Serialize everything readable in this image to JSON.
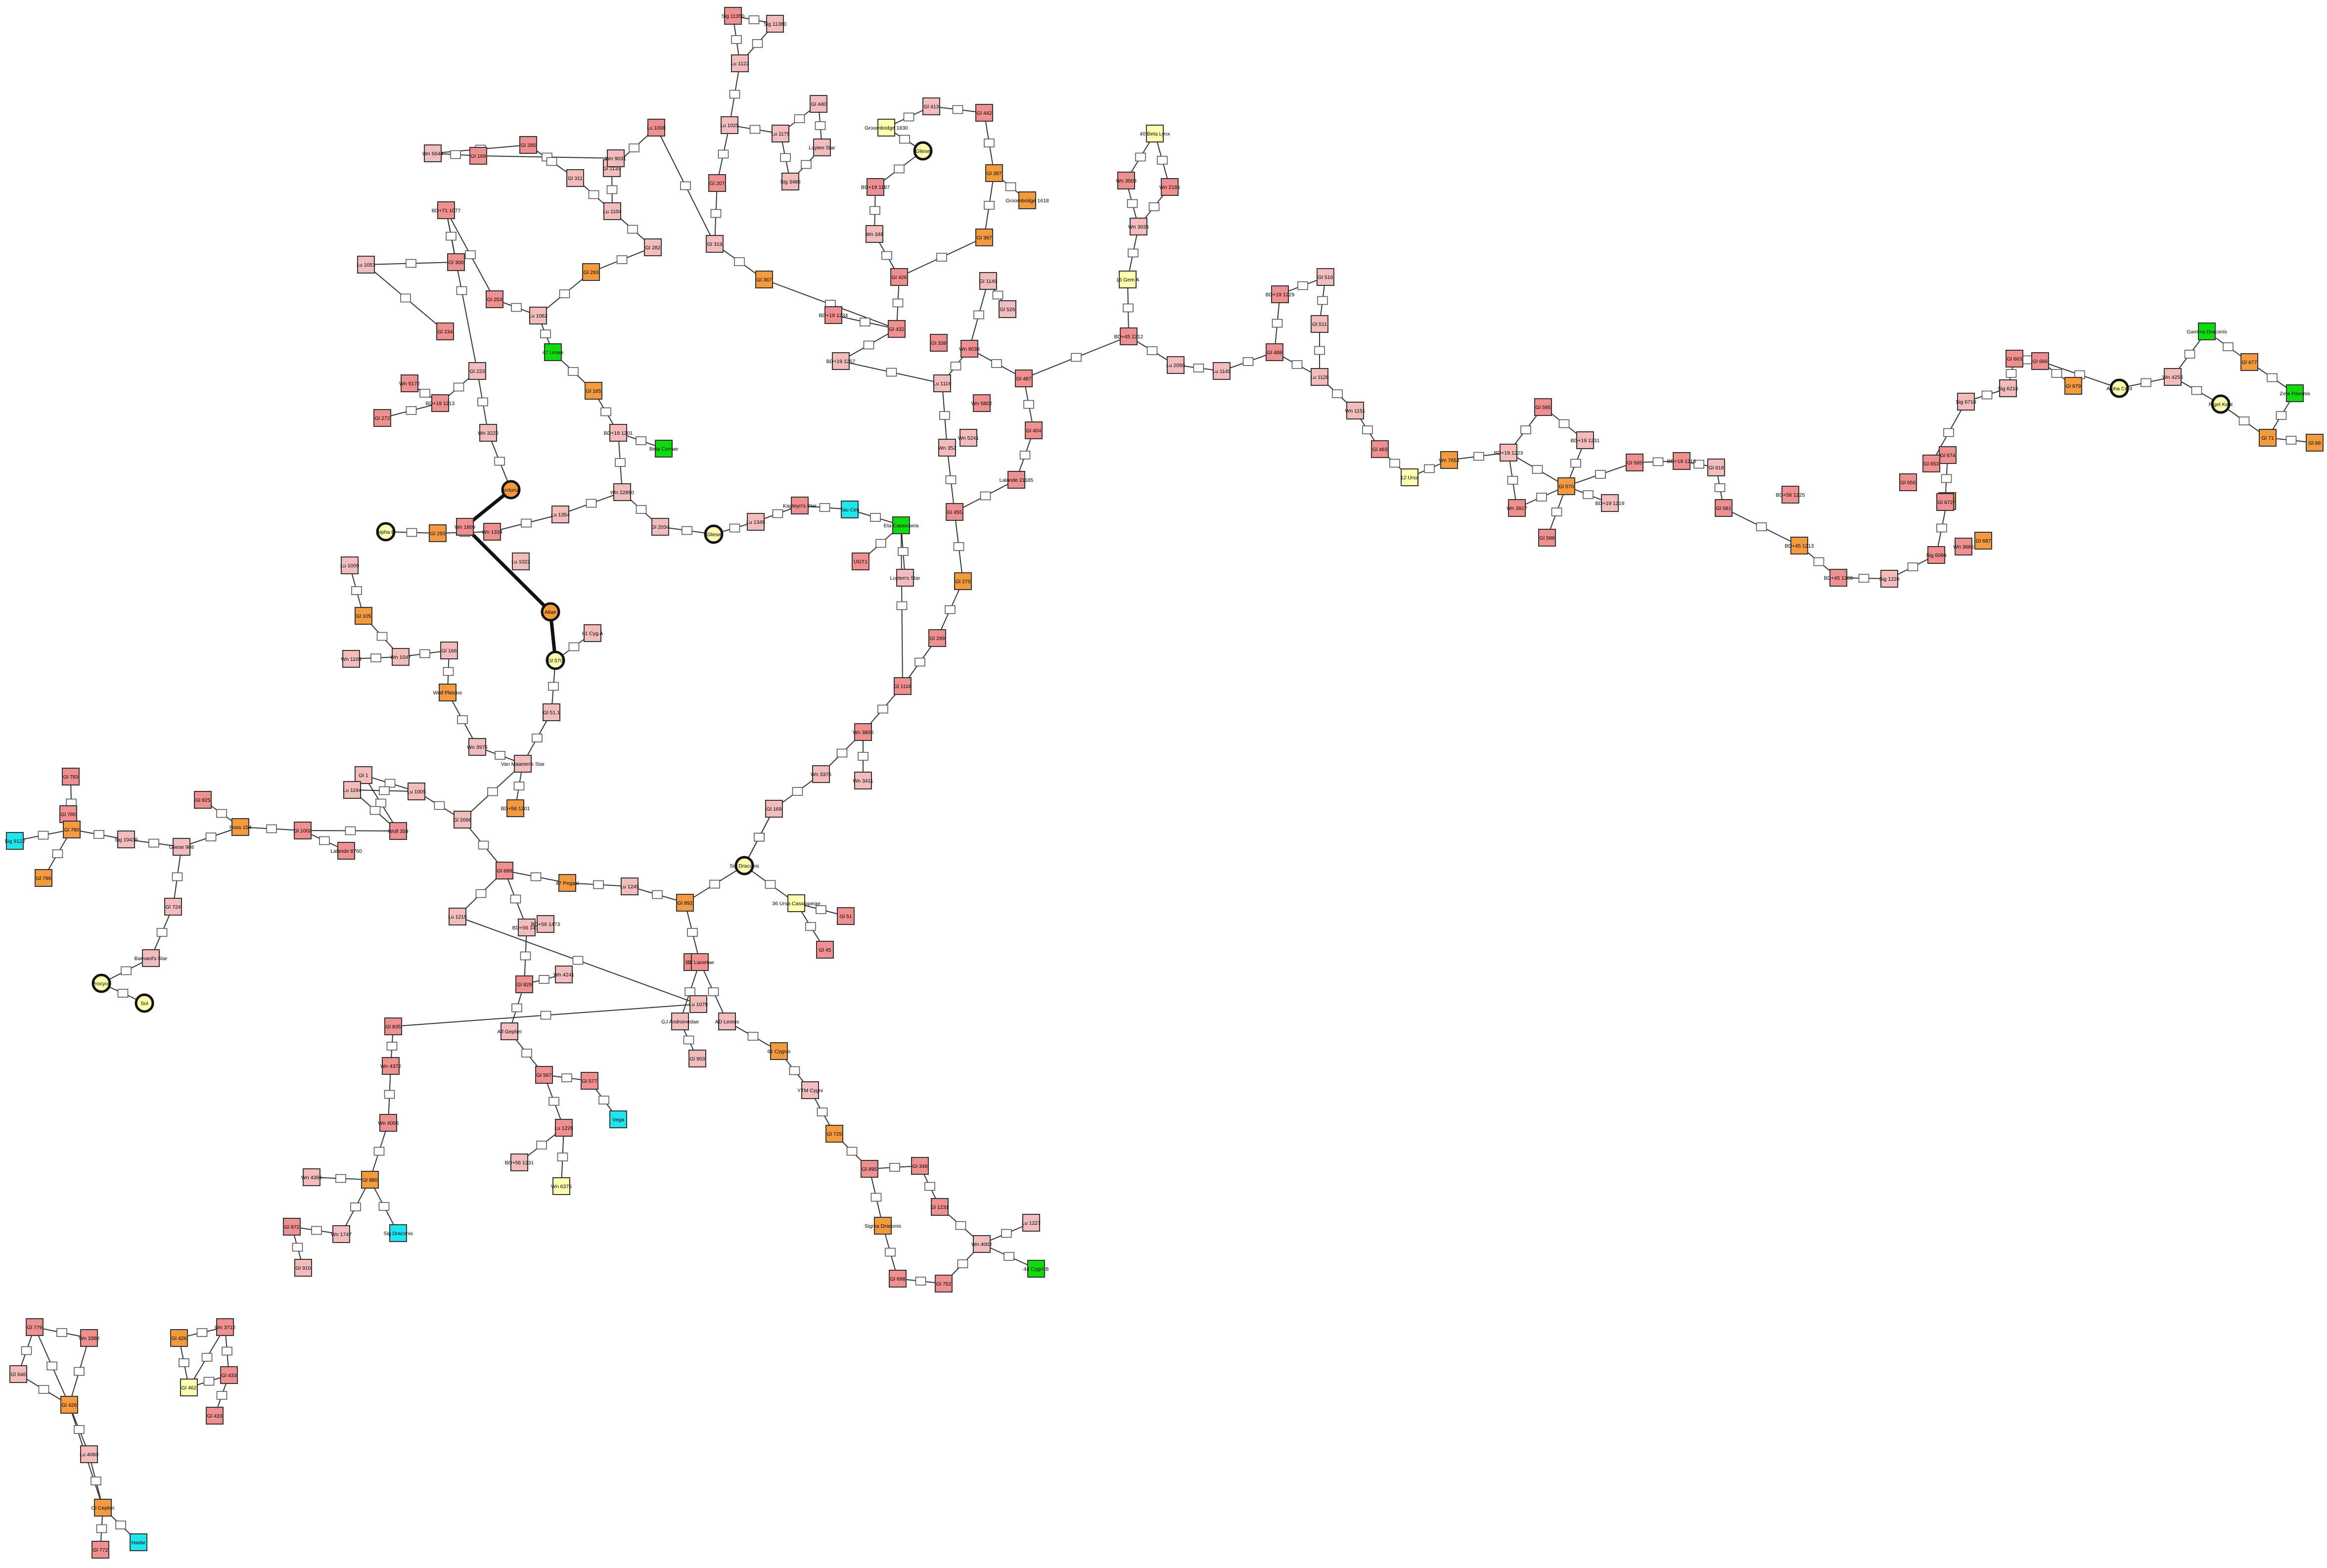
{
  "colors": {
    "pink": "#f3bcbc",
    "red": "#ef8f8f",
    "orange": "#f39a3e",
    "yellow": "#ffffb0",
    "green": "#0edc0e",
    "cyan": "#1ee6ee",
    "jump": "#ffffff",
    "edge": "#333333"
  },
  "jump_label": "",
  "nodes": [
    {
      "id": "a1",
      "label": "Sig 11350",
      "c": "red"
    },
    {
      "id": "a2",
      "label": "Sig 11380",
      "c": "pink"
    },
    {
      "id": "a3",
      "label": "Lu 1122",
      "c": "pink"
    },
    {
      "id": "a4",
      "label": "Lu 1025",
      "c": "pink"
    },
    {
      "id": "a5",
      "label": "Lu 1175",
      "c": "pink"
    },
    {
      "id": "a6",
      "label": "Gl 440",
      "c": "pink"
    },
    {
      "id": "a7",
      "label": "Luyten Star",
      "c": "pink"
    },
    {
      "id": "a8",
      "label": "Sig 3486",
      "c": "pink"
    },
    {
      "id": "a9",
      "label": "Gl 207",
      "c": "red"
    },
    {
      "id": "a10",
      "label": "Gl 319",
      "c": "pink"
    },
    {
      "id": "a11",
      "label": "Gl 367",
      "c": "orange"
    },
    {
      "id": "a12",
      "label": "Gl 432",
      "c": "red"
    },
    {
      "id": "a13",
      "label": "BD+19 1234",
      "c": "red"
    },
    {
      "id": "a14",
      "label": "Gl 426",
      "c": "red"
    },
    {
      "id": "a15",
      "label": "Wn 348",
      "c": "pink"
    },
    {
      "id": "a16",
      "label": "BD+19 1187",
      "c": "red"
    },
    {
      "id": "a17",
      "label": "Gl 413",
      "c": "pink"
    },
    {
      "id": "a18",
      "label": "Gl 442",
      "c": "red"
    },
    {
      "id": "a19",
      "label": "Gl 397",
      "c": "orange"
    },
    {
      "id": "a20",
      "label": "BD+19 1257",
      "c": "pink"
    },
    {
      "id": "a21",
      "label": "Lu 1116",
      "c": "pink"
    },
    {
      "id": "a22",
      "label": "Wn 9038",
      "c": "red"
    },
    {
      "id": "a23",
      "label": "Wn 352",
      "c": "pink"
    },
    {
      "id": "a24",
      "label": "Lalande 21185",
      "c": "red"
    },
    {
      "id": "a25",
      "label": "Gl 455",
      "c": "red"
    },
    {
      "id": "a26",
      "label": "Gl 404",
      "c": "red"
    },
    {
      "id": "a27",
      "label": "Gl 487",
      "c": "red"
    },
    {
      "id": "y1",
      "label": "Groombridge 1830",
      "c": "yellow"
    },
    {
      "id": "o1",
      "label": "Groombridge 1618",
      "c": "orange"
    },
    {
      "id": "o2",
      "label": "Gl 397",
      "c": "orange"
    },
    {
      "id": "c1",
      "label": "Gliese",
      "c": "yellow",
      "shape": "circle"
    },
    {
      "id": "a28",
      "label": "Lu 1008",
      "c": "red"
    },
    {
      "id": "a29",
      "label": "Gl 1133",
      "c": "pink"
    },
    {
      "id": "a30",
      "label": "Lu 1104",
      "c": "pink"
    },
    {
      "id": "a31",
      "label": "Wn 9031",
      "c": "pink"
    },
    {
      "id": "a32",
      "label": "Gl 282",
      "c": "pink"
    },
    {
      "id": "a33",
      "label": "Gl 169",
      "c": "red"
    },
    {
      "id": "a34",
      "label": "Wn 5644",
      "c": "pink"
    },
    {
      "id": "a35",
      "label": "Gl 285",
      "c": "red"
    },
    {
      "id": "a36",
      "label": "Gl 311",
      "c": "pink"
    },
    {
      "id": "a37",
      "label": "Gl 293",
      "c": "orange"
    },
    {
      "id": "a38",
      "label": "Lu 1062",
      "c": "pink"
    },
    {
      "id": "a39",
      "label": "Gl 253",
      "c": "red"
    },
    {
      "id": "a40",
      "label": "Gl 300",
      "c": "red"
    },
    {
      "id": "a41",
      "label": "Gl 234",
      "c": "red"
    },
    {
      "id": "a42",
      "label": "BD+71 1077",
      "c": "red"
    },
    {
      "id": "a43",
      "label": "Lu 1051",
      "c": "pink"
    },
    {
      "id": "a44",
      "label": "Gl 223",
      "c": "pink"
    },
    {
      "id": "a45",
      "label": "Wn 5172",
      "c": "red"
    },
    {
      "id": "a46",
      "label": "BD+19 1213",
      "c": "red"
    },
    {
      "id": "a47",
      "label": "Gl 272",
      "c": "red"
    },
    {
      "id": "a48",
      "label": "Wn 3222",
      "c": "pink"
    },
    {
      "id": "g1",
      "label": "47 Ursae",
      "c": "green"
    },
    {
      "id": "o3",
      "label": "Gl 165",
      "c": "orange"
    },
    {
      "id": "a49",
      "label": "BD+19 1201",
      "c": "pink"
    },
    {
      "id": "g2",
      "label": "Beta Comae",
      "c": "green"
    },
    {
      "id": "a50",
      "label": "Wn 22890",
      "c": "pink"
    },
    {
      "id": "a51",
      "label": "Lu 1354",
      "c": "pink"
    },
    {
      "id": "c2",
      "label": "Arcturus",
      "c": "orange",
      "shape": "circle"
    },
    {
      "id": "c3",
      "label": "Alpha B",
      "c": "yellow",
      "shape": "circle"
    },
    {
      "id": "o4",
      "label": "Gl 293",
      "c": "orange"
    },
    {
      "id": "a52",
      "label": "Wn 1333",
      "c": "red"
    },
    {
      "id": "a53",
      "label": "Lu 1022",
      "c": "pink"
    },
    {
      "id": "a54",
      "label": "Gl 2034",
      "c": "pink"
    },
    {
      "id": "c4",
      "label": "Gliese",
      "c": "yellow",
      "shape": "circle"
    },
    {
      "id": "a55",
      "label": "Lu 1345",
      "c": "pink"
    },
    {
      "id": "a56",
      "label": "Kapteyn's Star",
      "c": "red"
    },
    {
      "id": "cy1",
      "label": "Tau Ceti",
      "c": "cyan"
    },
    {
      "id": "g3",
      "label": "Eta Cassiopeia",
      "c": "green"
    },
    {
      "id": "a57",
      "label": "UGT1",
      "c": "red"
    },
    {
      "id": "a58",
      "label": "Luyten's Star",
      "c": "pink"
    },
    {
      "id": "a59",
      "label": "Lu 1009",
      "c": "pink"
    },
    {
      "id": "a60",
      "label": "Wn 1809",
      "c": "red"
    },
    {
      "id": "o5",
      "label": "Gl 105",
      "c": "orange"
    },
    {
      "id": "a61",
      "label": "Wn 1105",
      "c": "pink"
    },
    {
      "id": "a62",
      "label": "Wn 1047",
      "c": "pink"
    },
    {
      "id": "a63",
      "label": "Gl 166",
      "c": "pink"
    },
    {
      "id": "o6",
      "label": "Wolf Pleione",
      "c": "orange"
    },
    {
      "id": "c5",
      "label": "Altair",
      "c": "orange",
      "shape": "circle"
    },
    {
      "id": "a64",
      "label": "61 Cyg A",
      "c": "pink"
    },
    {
      "id": "c6",
      "label": "Gl 570",
      "c": "yellow",
      "shape": "circle"
    },
    {
      "id": "a65",
      "label": "Gl 51.1",
      "c": "pink"
    },
    {
      "id": "a66",
      "label": "Wn 3976",
      "c": "pink"
    },
    {
      "id": "a67",
      "label": "Van Maanen's Star",
      "c": "pink"
    },
    {
      "id": "o7",
      "label": "BD+56 1201",
      "c": "orange"
    },
    {
      "id": "a68",
      "label": "Gl 2066",
      "c": "pink"
    },
    {
      "id": "a69",
      "label": "Lu 1005",
      "c": "pink"
    },
    {
      "id": "a70",
      "label": "Gl 1",
      "c": "pink"
    },
    {
      "id": "a71",
      "label": "Lu 1194",
      "c": "pink"
    },
    {
      "id": "a72",
      "label": "Wolf 359",
      "c": "red"
    },
    {
      "id": "a73",
      "label": "Gl 1002",
      "c": "red"
    },
    {
      "id": "a74",
      "label": "Lalande 8760",
      "c": "red"
    },
    {
      "id": "o8",
      "label": "Ross 154",
      "c": "orange"
    },
    {
      "id": "a75",
      "label": "Gl 825",
      "c": "red"
    },
    {
      "id": "a76",
      "label": "Gliese 908",
      "c": "pink"
    },
    {
      "id": "a77",
      "label": "Sig 10438",
      "c": "pink"
    },
    {
      "id": "a78",
      "label": "Gl 783",
      "c": "red"
    },
    {
      "id": "a79",
      "label": "Gl 785",
      "c": "red"
    },
    {
      "id": "o9",
      "label": "Gl 780",
      "c": "orange"
    },
    {
      "id": "cy2",
      "label": "Sig 9122",
      "c": "cyan"
    },
    {
      "id": "o10",
      "label": "Gl 796",
      "c": "orange"
    },
    {
      "id": "a80",
      "label": "Gl 724",
      "c": "pink"
    },
    {
      "id": "a81",
      "label": "Barnard's Star",
      "c": "pink"
    },
    {
      "id": "c7",
      "label": "Procyon",
      "c": "yellow",
      "shape": "circle"
    },
    {
      "id": "c8",
      "label": "Sol",
      "c": "yellow",
      "shape": "circle"
    },
    {
      "id": "a82",
      "label": "Gl 699",
      "c": "red"
    },
    {
      "id": "o11",
      "label": "47 Pegasi",
      "c": "orange"
    },
    {
      "id": "a83",
      "label": "Lu 1245",
      "c": "pink"
    },
    {
      "id": "o12",
      "label": "Gl 892",
      "c": "orange"
    },
    {
      "id": "c9",
      "label": "Sig Draconis",
      "c": "yellow",
      "shape": "circle"
    },
    {
      "id": "y2",
      "label": "36 Ursa Cassiopeiae",
      "c": "yellow"
    },
    {
      "id": "a84",
      "label": "Gl 51",
      "c": "red"
    },
    {
      "id": "a85",
      "label": "Gl 45",
      "c": "red"
    },
    {
      "id": "a86",
      "label": "Gl 1",
      "c": "red"
    },
    {
      "id": "a87",
      "label": "Lu 1078",
      "c": "pink"
    },
    {
      "id": "a88",
      "label": "BD+56 1473",
      "c": "pink"
    },
    {
      "id": "a89",
      "label": "Gl 829",
      "c": "red"
    },
    {
      "id": "a90",
      "label": "Wn 4241",
      "c": "pink"
    },
    {
      "id": "a91",
      "label": "Alf Gephei",
      "c": "pink"
    },
    {
      "id": "a92",
      "label": "Lu 1215",
      "c": "pink"
    },
    {
      "id": "a93",
      "label": "BD+56 1473",
      "c": "pink"
    },
    {
      "id": "a94",
      "label": "Gl 835",
      "c": "red"
    },
    {
      "id": "a95",
      "label": "Wn 4372",
      "c": "red"
    },
    {
      "id": "a96",
      "label": "Wn 4000",
      "c": "red"
    },
    {
      "id": "a97",
      "label": "Gl 880",
      "c": "orange"
    },
    {
      "id": "a98",
      "label": "Wn 4396",
      "c": "pink"
    },
    {
      "id": "a99",
      "label": "Gl 872",
      "c": "red"
    },
    {
      "id": "a100",
      "label": "Wn 1747",
      "c": "pink"
    },
    {
      "id": "a101",
      "label": "Gl 910",
      "c": "pink"
    },
    {
      "id": "cy3",
      "label": "Sig Draconis",
      "c": "cyan"
    },
    {
      "id": "a102",
      "label": "Gl 567",
      "c": "red"
    },
    {
      "id": "a103",
      "label": "Gl 577",
      "c": "red"
    },
    {
      "id": "cy4",
      "label": "Vega",
      "c": "cyan"
    },
    {
      "id": "a104",
      "label": "Lu 1226",
      "c": "red"
    },
    {
      "id": "a105",
      "label": "BD+56 1231",
      "c": "pink"
    },
    {
      "id": "y3",
      "label": "Wn 6375",
      "c": "yellow"
    },
    {
      "id": "a106",
      "label": "EV Lacertae",
      "c": "red"
    },
    {
      "id": "a107",
      "label": "GJ Andromedae",
      "c": "pink"
    },
    {
      "id": "a108",
      "label": "AD Leonis",
      "c": "pink"
    },
    {
      "id": "a109",
      "label": "Gl 903",
      "c": "pink"
    },
    {
      "id": "o13",
      "label": "61 Cygnis",
      "c": "orange"
    },
    {
      "id": "a110",
      "label": "YTM Cygni",
      "c": "pink"
    },
    {
      "id": "o14",
      "label": "Gl 725",
      "c": "orange"
    },
    {
      "id": "a111",
      "label": "Gl 895",
      "c": "red"
    },
    {
      "id": "a112",
      "label": "Gl 348",
      "c": "red"
    },
    {
      "id": "o15",
      "label": "Sigma Draconis",
      "c": "orange"
    },
    {
      "id": "a113",
      "label": "Gl 1231",
      "c": "red"
    },
    {
      "id": "a114",
      "label": "Wn 4002",
      "c": "pink"
    },
    {
      "id": "a115",
      "label": "Lu 1227",
      "c": "pink"
    },
    {
      "id": "g4",
      "label": "44 Cygni B",
      "c": "green"
    },
    {
      "id": "a116",
      "label": "Gl 698",
      "c": "red"
    },
    {
      "id": "a117",
      "label": "Gl 752",
      "c": "red"
    },
    {
      "id": "a118",
      "label": "Gl 526",
      "c": "pink"
    },
    {
      "id": "a119",
      "label": "Gl 1149",
      "c": "pink"
    },
    {
      "id": "a120",
      "label": "Gl 338",
      "c": "red"
    },
    {
      "id": "a121",
      "label": "Wn 5802",
      "c": "red"
    },
    {
      "id": "a122",
      "label": "Wn 5241",
      "c": "pink"
    },
    {
      "id": "o16",
      "label": "Gl 275",
      "c": "orange"
    },
    {
      "id": "a123",
      "label": "Gl 299",
      "c": "red"
    },
    {
      "id": "a124",
      "label": "Gl 1116",
      "c": "red"
    },
    {
      "id": "a125",
      "label": "Wn 3800",
      "c": "red"
    },
    {
      "id": "a126",
      "label": "Wn 3375",
      "c": "pink"
    },
    {
      "id": "a127",
      "label": "Wn 3411",
      "c": "pink"
    },
    {
      "id": "a128",
      "label": "Gl 169",
      "c": "pink"
    },
    {
      "id": "y4",
      "label": "40 Beta Lynx",
      "c": "yellow"
    },
    {
      "id": "a129",
      "label": "Wn 3503",
      "c": "red"
    },
    {
      "id": "a130",
      "label": "Wn 2185",
      "c": "red"
    },
    {
      "id": "a131",
      "label": "Wn 3035",
      "c": "pink"
    },
    {
      "id": "y5",
      "label": "16 Gem A",
      "c": "yellow"
    },
    {
      "id": "a132",
      "label": "BD+45 1212",
      "c": "red"
    },
    {
      "id": "a133",
      "label": "Lu 2050",
      "c": "pink"
    },
    {
      "id": "a134",
      "label": "Lu 1145",
      "c": "pink"
    },
    {
      "id": "a135",
      "label": "Gl 488",
      "c": "red"
    },
    {
      "id": "a136",
      "label": "BD+19 1229",
      "c": "red"
    },
    {
      "id": "a137",
      "label": "Gl 516",
      "c": "pink"
    },
    {
      "id": "a138",
      "label": "Gl 511",
      "c": "pink"
    },
    {
      "id": "a139",
      "label": "Lu 1128",
      "c": "pink"
    },
    {
      "id": "a140",
      "label": "Wn 1151",
      "c": "pink"
    },
    {
      "id": "a141",
      "label": "Gl 483",
      "c": "red"
    },
    {
      "id": "y6",
      "label": "12 Ursa",
      "c": "yellow"
    },
    {
      "id": "o17",
      "label": "Wn 7651",
      "c": "orange"
    },
    {
      "id": "a142",
      "label": "BD+19 1223",
      "c": "pink"
    },
    {
      "id": "a143",
      "label": "Gl 595",
      "c": "red"
    },
    {
      "id": "a144",
      "label": "BD+19 1231",
      "c": "pink"
    },
    {
      "id": "o18",
      "label": "Gl 570",
      "c": "orange"
    },
    {
      "id": "a145",
      "label": "Wn 3917",
      "c": "red"
    },
    {
      "id": "a146",
      "label": "Gl 588",
      "c": "red"
    },
    {
      "id": "a147",
      "label": "BD+19 1219",
      "c": "pink"
    },
    {
      "id": "a148",
      "label": "Gl 585",
      "c": "red"
    },
    {
      "id": "a149",
      "label": "BD+19 1216",
      "c": "red"
    },
    {
      "id": "a150",
      "label": "Gl 618",
      "c": "pink"
    },
    {
      "id": "a151",
      "label": "Gl 581",
      "c": "red"
    },
    {
      "id": "o19",
      "label": "BD+45 1213",
      "c": "orange"
    },
    {
      "id": "a152",
      "label": "BD+45 1209",
      "c": "red"
    },
    {
      "id": "a153",
      "label": "Sig 1220",
      "c": "pink"
    },
    {
      "id": "a154",
      "label": "Sig 6094",
      "c": "red"
    },
    {
      "id": "o20",
      "label": "Gl 683",
      "c": "orange"
    },
    {
      "id": "a155",
      "label": "Gl 674",
      "c": "red"
    },
    {
      "id": "o21",
      "label": "Gl 687",
      "c": "orange"
    },
    {
      "id": "a156",
      "label": "Gl 672",
      "c": "red"
    },
    {
      "id": "a157",
      "label": "Sig 6718",
      "c": "pink"
    },
    {
      "id": "a158",
      "label": "Sig 6216",
      "c": "pink"
    },
    {
      "id": "a159",
      "label": "Gl 663",
      "c": "red"
    },
    {
      "id": "a160",
      "label": "Gl 666",
      "c": "red"
    },
    {
      "id": "o22",
      "label": "Gl 679",
      "c": "orange"
    },
    {
      "id": "c10",
      "label": "Alpha Cent",
      "c": "yellow",
      "shape": "circle"
    },
    {
      "id": "a161",
      "label": "Wn 4255",
      "c": "pink"
    },
    {
      "id": "g5",
      "label": "Gamma Draconis",
      "c": "green"
    },
    {
      "id": "o23",
      "label": "Gl 677",
      "c": "orange"
    },
    {
      "id": "c11",
      "label": "Rigel Kent",
      "c": "yellow",
      "shape": "circle"
    },
    {
      "id": "g6",
      "label": "Zeta Pavonis",
      "c": "green"
    },
    {
      "id": "o24",
      "label": "Gl 71",
      "c": "orange"
    },
    {
      "id": "o25",
      "label": "Gl 86",
      "c": "orange"
    },
    {
      "id": "a162",
      "label": "Gl 653",
      "c": "red"
    },
    {
      "id": "a163",
      "label": "Gl 656",
      "c": "red"
    },
    {
      "id": "a164",
      "label": "Wn 3685",
      "c": "red"
    },
    {
      "id": "a165",
      "label": "BD+56 1225",
      "c": "red"
    },
    {
      "id": "a166",
      "label": "Lu 4060",
      "c": "pink"
    },
    {
      "id": "o26",
      "label": "Gl Cephei",
      "c": "orange"
    },
    {
      "id": "cy5",
      "label": "Hadar",
      "c": "cyan"
    },
    {
      "id": "a167",
      "label": "Gl 779",
      "c": "red"
    },
    {
      "id": "o27",
      "label": "Gl 426",
      "c": "orange"
    },
    {
      "id": "a168",
      "label": "Gl 646",
      "c": "pink"
    },
    {
      "id": "y7",
      "label": "Gl 462",
      "c": "yellow"
    },
    {
      "id": "a169",
      "label": "Wn 3712",
      "c": "red"
    },
    {
      "id": "a170",
      "label": "Gl 433",
      "c": "red"
    }
  ]
}
